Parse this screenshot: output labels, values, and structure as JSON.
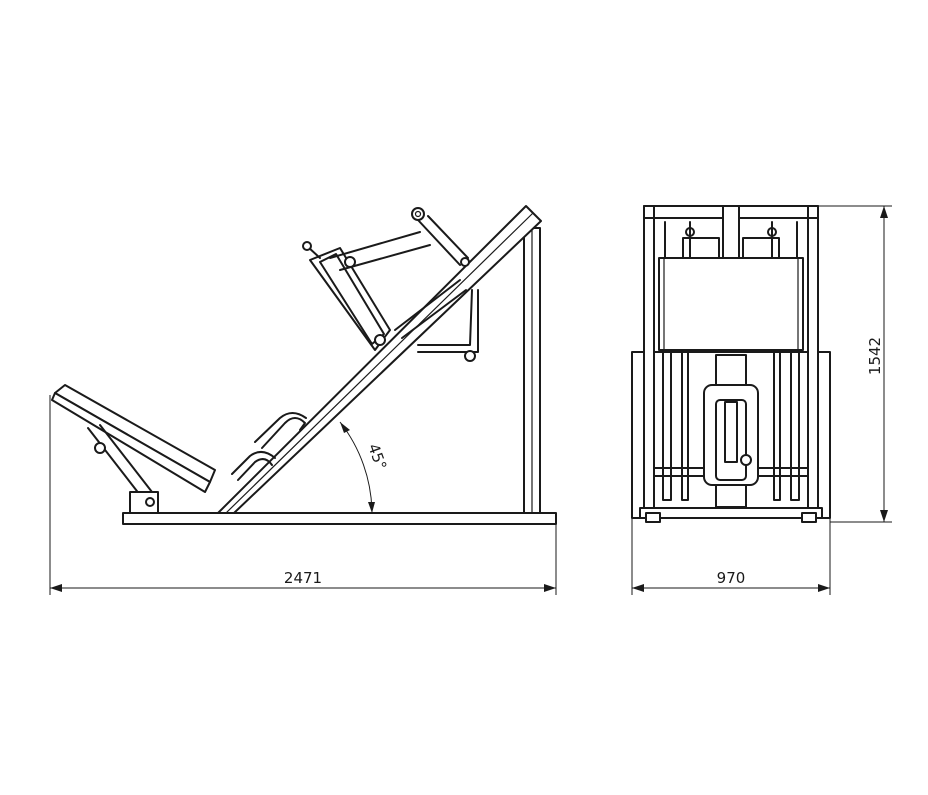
{
  "dimensions": {
    "length": "2471",
    "width": "970",
    "height": "1542",
    "angle": "45°"
  },
  "colors": {
    "line": "#1a1a1a",
    "background": "#ffffff"
  }
}
